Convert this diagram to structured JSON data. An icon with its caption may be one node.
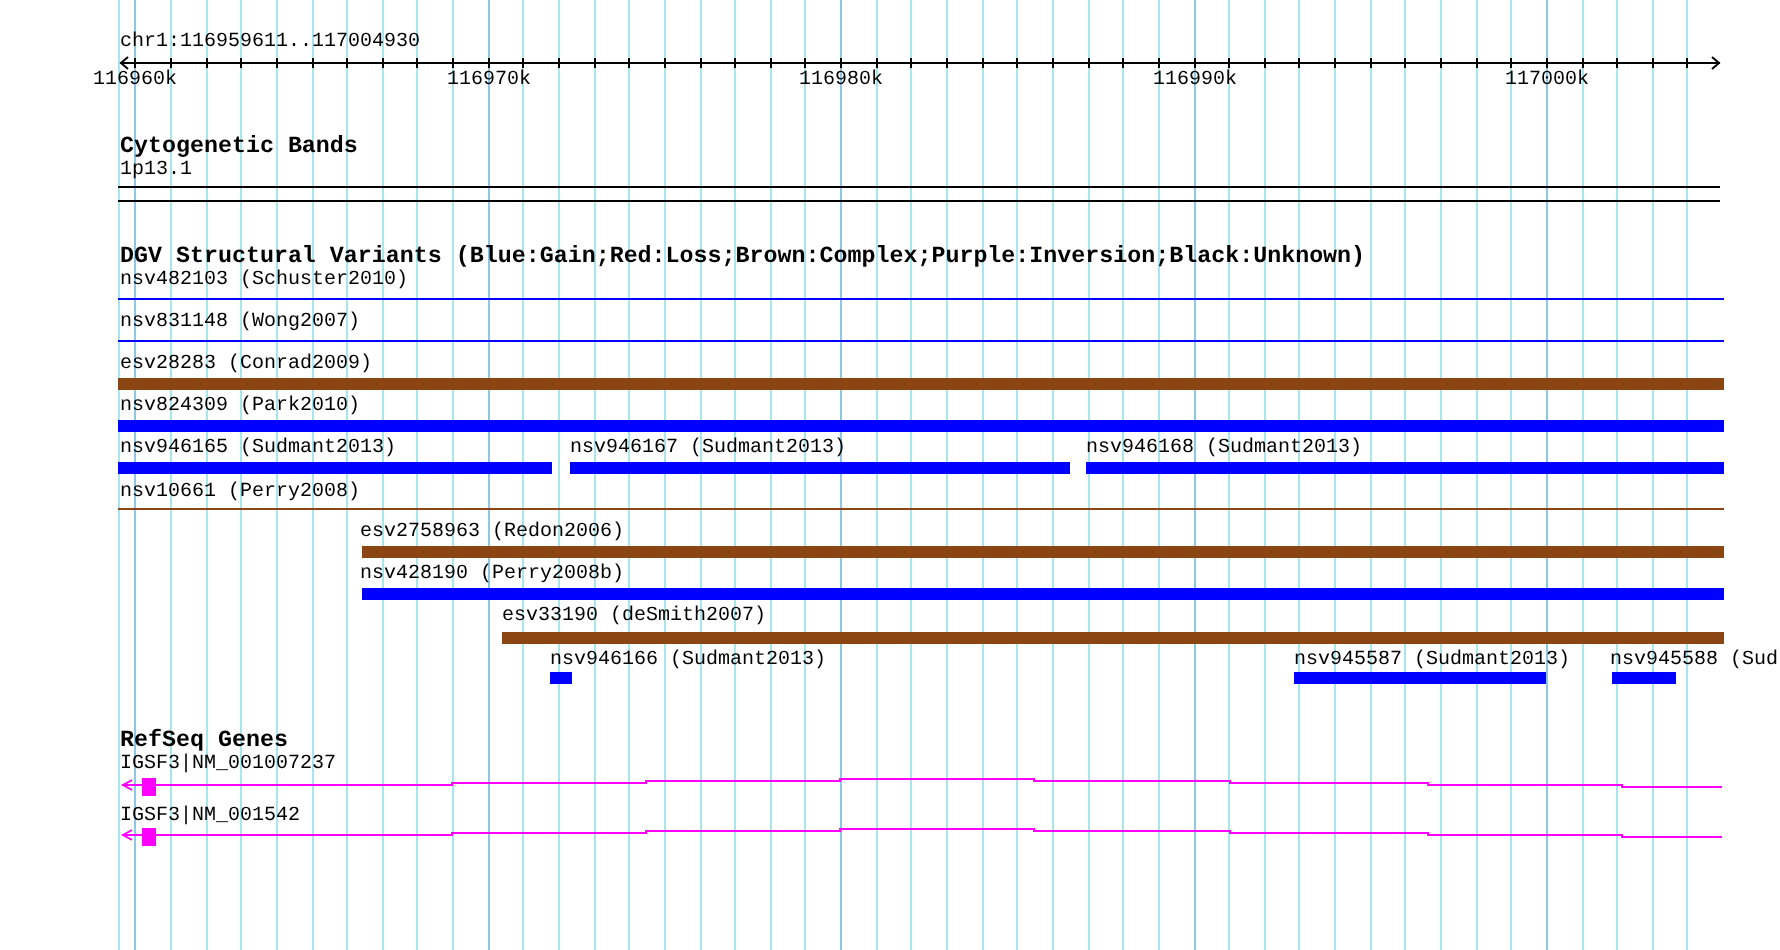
{
  "diagram": {
    "title": "chr1:116959611..117004930",
    "labels": [
      "116960k",
      "116970k",
      "116980k",
      "116990k",
      "117000k",
      "Cytogenetic Bands",
      "1p13.1",
      "DGV Structural Variants (Blue:Gain;Red:Loss;Brown:Complex;Purple:Inversion;Black:Unknown)",
      "nsv482103 (Schuster2010)",
      "nsv831148 (Wong2007)",
      "esv28283 (Conrad2009)",
      "nsv824309 (Park2010)",
      "nsv946165 (Sudmant2013)",
      "nsv946167 (Sudmant2013)",
      "nsv946168 (Sudmant2013)",
      "nsv10661 (Perry2008)",
      "esv2758963 (Redon2006)",
      "nsv428190 (Perry2008b)",
      "esv33190 (deSmith2007)",
      "nsv946166 (Sudmant2013)",
      "nsv945587 (Sudmant2013)",
      "nsv945588 (Sud",
      "RefSeq Genes",
      "IGSF3|NM_001007237",
      "IGSF3|NM_001542"
    ]
  }
}
